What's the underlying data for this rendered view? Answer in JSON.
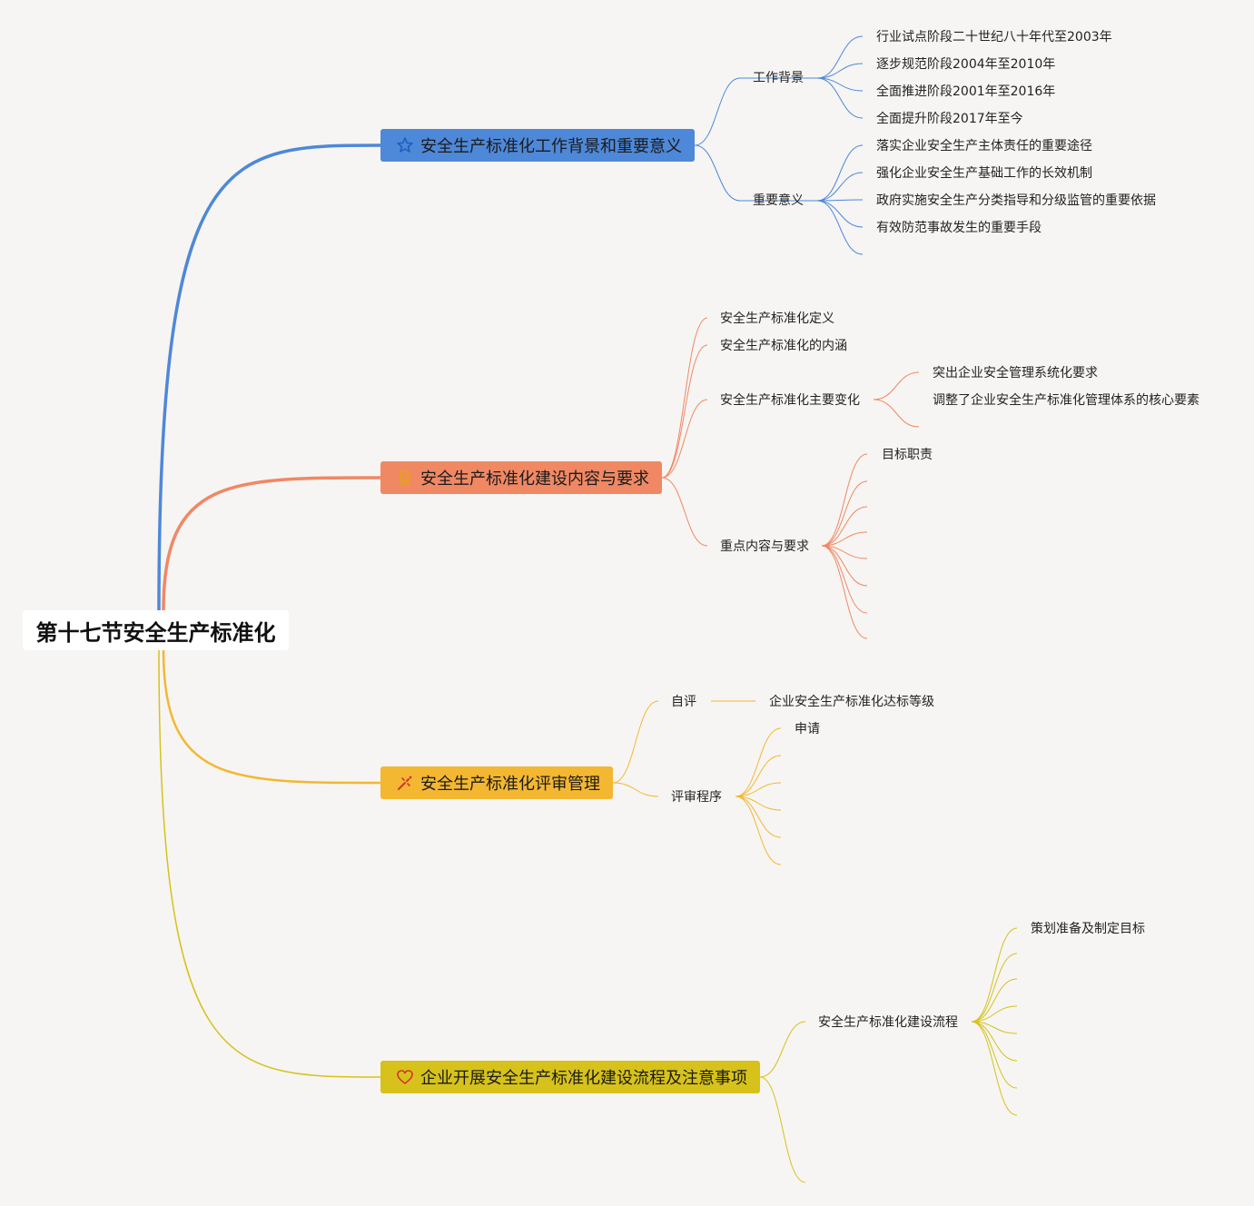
{
  "root": {
    "title": "第十七节安全生产标准化"
  },
  "colors": {
    "blue": "#4e88d8",
    "orange": "#f08864",
    "amber": "#f3b732",
    "olive": "#d6c21b"
  },
  "branches": [
    {
      "label": "安全生产标准化工作背景和重要意义",
      "icon": "star-icon",
      "children": [
        {
          "label": "工作背景",
          "children": [
            "行业试点阶段二十世纪八十年代至2003年",
            "逐步规范阶段2004年至2010年",
            "全面推进阶段2001年至2016年",
            "全面提升阶段2017年至今"
          ]
        },
        {
          "label": "重要意义",
          "children": [
            "落实企业安全生产主体责任的重要途径",
            "强化企业安全生产基础工作的长效机制",
            "政府实施安全生产分类指导和分级监管的重要依据",
            "有效防范事故发生的重要手段"
          ]
        }
      ]
    },
    {
      "label": "安全生产标准化建设内容与要求",
      "icon": "award-icon",
      "children": [
        {
          "label": "安全生产标准化定义"
        },
        {
          "label": "安全生产标准化的内涵"
        },
        {
          "label": "安全生产标准化主要变化",
          "children": [
            "突出企业安全管理系统化要求",
            "调整了企业安全生产标准化管理体系的核心要素"
          ]
        },
        {
          "label": "重点内容与要求",
          "children": [
            "目标职责"
          ]
        }
      ]
    },
    {
      "label": "安全生产标准化评审管理",
      "icon": "tools-icon",
      "children": [
        {
          "label": "自评",
          "children": [
            "企业安全生产标准化达标等级"
          ]
        },
        {
          "label": "评审程序",
          "children": [
            "申请"
          ]
        }
      ]
    },
    {
      "label": "企业开展安全生产标准化建设流程及注意事项",
      "icon": "heart-icon",
      "children": [
        {
          "label": "安全生产标准化建设流程",
          "children": [
            "策划准备及制定目标"
          ]
        }
      ]
    }
  ]
}
